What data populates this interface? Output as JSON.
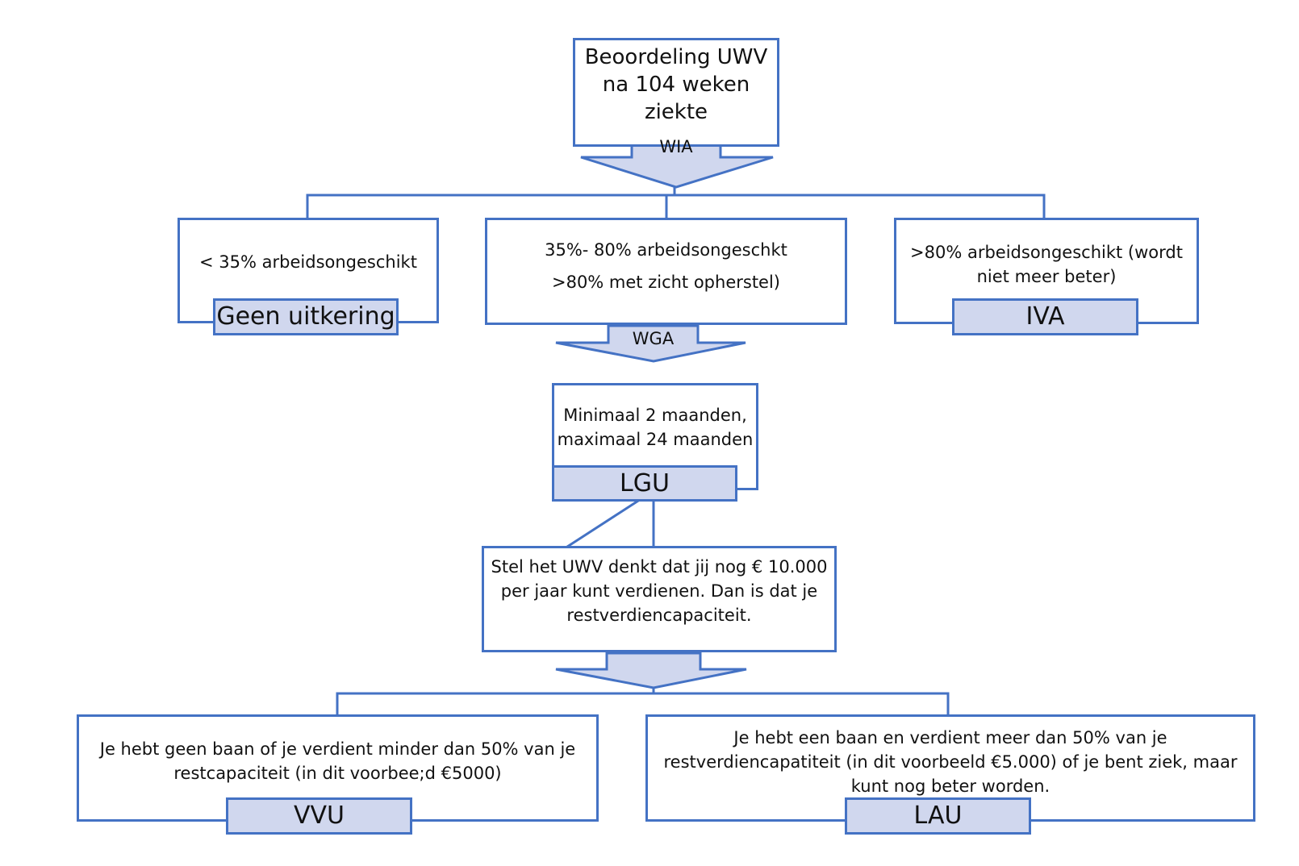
{
  "top": {
    "lines": [
      "Beoordeling UWV",
      "na 104 weken",
      "ziekte"
    ],
    "arrow_label": "WIA"
  },
  "left": {
    "text": "< 35% arbeidsongeschikt",
    "label": "Geen uitkering"
  },
  "middle": {
    "lines": [
      "35%- 80% arbeidsongeschkt",
      ">80% met zicht opherstel)"
    ],
    "arrow_label": "WGA"
  },
  "right": {
    "lines": [
      ">80% arbeidsongeschikt (wordt",
      "niet meer beter)"
    ],
    "label": "IVA"
  },
  "lgu": {
    "lines": [
      "Minimaal 2 maanden,",
      "maximaal 24 maanden"
    ],
    "label": "LGU"
  },
  "capacity": {
    "lines": [
      "Stel het UWV denkt dat jij nog € 10.000",
      "per jaar kunt verdienen. Dan is dat je",
      "restverdiencapaciteit."
    ]
  },
  "bottom_left": {
    "lines": [
      "Je hebt geen baan of je verdient minder dan 50% van je",
      "restcapaciteit (in dit voorbee;d €5000)"
    ],
    "label": "VVU"
  },
  "bottom_right": {
    "lines": [
      "Je hebt een baan en verdient meer dan 50% van je",
      "restverdiencapatiteit (in dit voorbeeld €5.000) of je bent ziek, maar",
      "kunt nog beter worden."
    ],
    "label": "LAU"
  },
  "colors": {
    "line": "#4472c4",
    "fill": "#d0d7ee"
  }
}
